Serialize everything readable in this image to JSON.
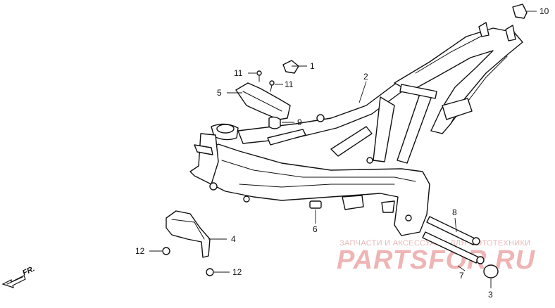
{
  "callouts": [
    {
      "id": "c1",
      "label": "1"
    },
    {
      "id": "c2",
      "label": "2"
    },
    {
      "id": "c3",
      "label": "3"
    },
    {
      "id": "c4",
      "label": "4"
    },
    {
      "id": "c5",
      "label": "5"
    },
    {
      "id": "c6",
      "label": "6"
    },
    {
      "id": "c7",
      "label": "7"
    },
    {
      "id": "c8",
      "label": "8"
    },
    {
      "id": "c9",
      "label": "9"
    },
    {
      "id": "c10",
      "label": "10"
    },
    {
      "id": "c11a",
      "label": "11"
    },
    {
      "id": "c11b",
      "label": "11"
    },
    {
      "id": "c12a",
      "label": "12"
    },
    {
      "id": "c12b",
      "label": "12"
    }
  ],
  "front_marker": "FR.",
  "watermark": {
    "tagline": "ЗАПЧАСТИ И АКСЕССУАРЫ ДЛЯ МОТОТЕХНИКИ",
    "brand": "PARTSFOR.RU"
  }
}
